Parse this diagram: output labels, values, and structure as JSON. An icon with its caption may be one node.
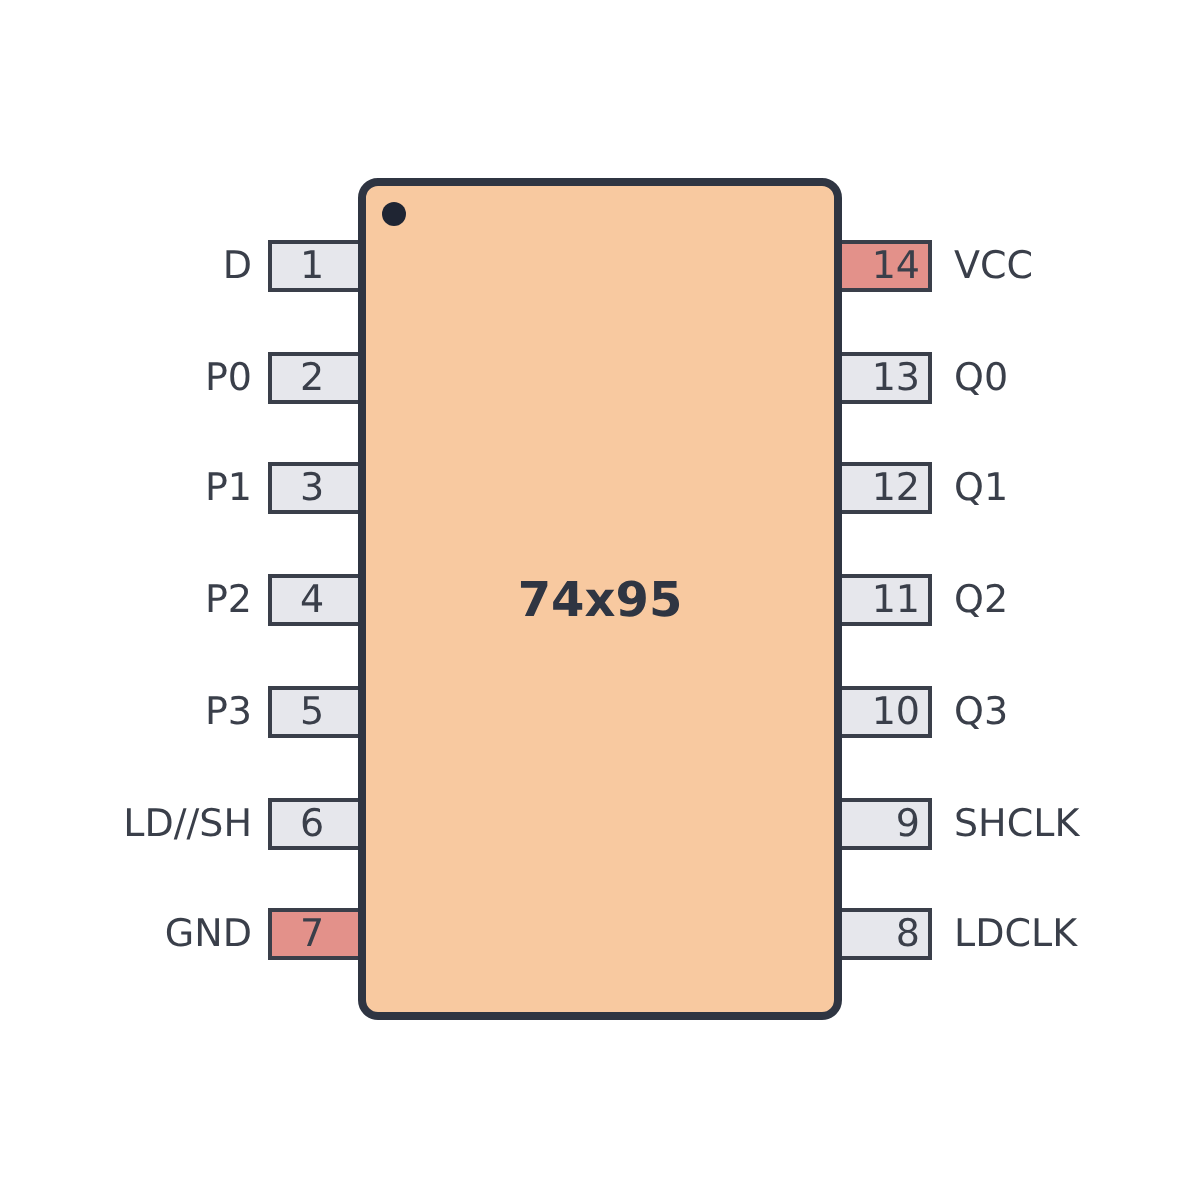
{
  "diagram": {
    "nodes": [
      {
        "text": [
          "74x95"
        ]
      },
      {
        "text": [
          "1"
        ],
        "beside": [
          "D"
        ]
      },
      {
        "text": [
          "2"
        ],
        "beside": [
          "P0"
        ]
      },
      {
        "text": [
          "3"
        ],
        "beside": [
          "P1"
        ]
      },
      {
        "text": [
          "4"
        ],
        "beside": [
          "P2"
        ]
      },
      {
        "text": [
          "5"
        ],
        "beside": [
          "P3"
        ]
      },
      {
        "text": [
          "6"
        ],
        "beside": [
          "LD//SH"
        ]
      },
      {
        "text": [
          "7"
        ],
        "beside": [
          "GND"
        ]
      },
      {
        "text": [
          "8"
        ],
        "beside": [
          "LDCLK"
        ]
      },
      {
        "text": [
          "9"
        ],
        "beside": [
          "SHCLK"
        ]
      },
      {
        "text": [
          "10"
        ],
        "beside": [
          "Q3"
        ]
      },
      {
        "text": [
          "11"
        ],
        "beside": [
          "Q2"
        ]
      },
      {
        "text": [
          "12"
        ],
        "beside": [
          "Q1"
        ]
      },
      {
        "text": [
          "13"
        ],
        "beside": [
          "Q0"
        ]
      },
      {
        "text": [
          "14"
        ],
        "beside": [
          "VCC"
        ]
      }
    ]
  }
}
